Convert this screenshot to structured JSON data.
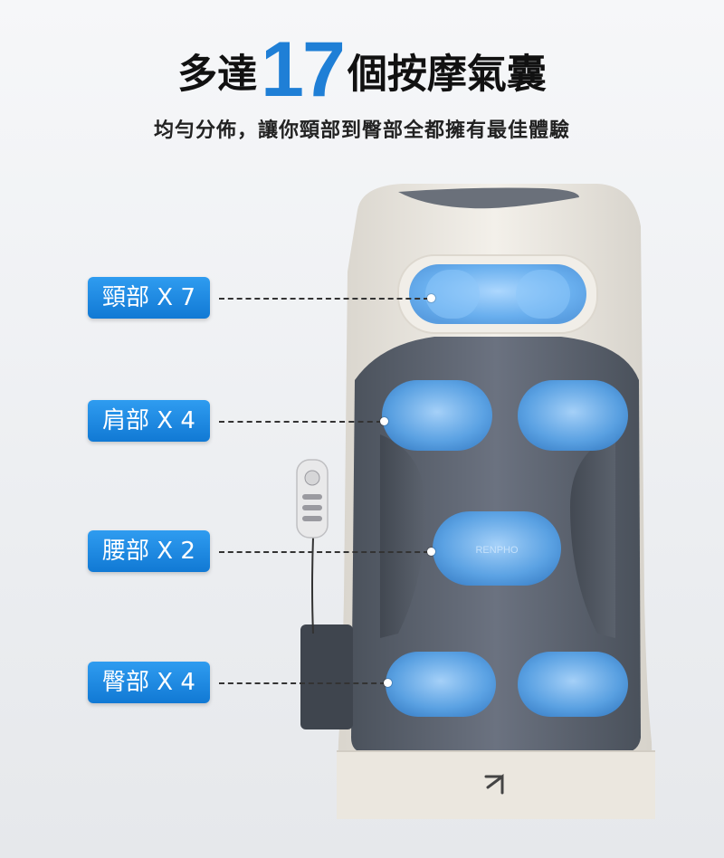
{
  "headline": {
    "prefix": "多達",
    "number": "17",
    "suffix": "個按摩氣囊"
  },
  "subheadline": "均勻分佈，讓你頸部到臀部全都擁有最佳體驗",
  "labels": [
    {
      "text": "頸部 X 7"
    },
    {
      "text": "肩部 X 4"
    },
    {
      "text": "腰部 X 2"
    },
    {
      "text": "臀部 X 4"
    }
  ],
  "brand_mark": "RENPHO",
  "colors": {
    "accent": "#1f7fd6",
    "label_bg": "#1a86df",
    "cushion_frame": "#ede9e1",
    "cushion_body": "#5d6470",
    "airbag": "#6fb4f3"
  }
}
